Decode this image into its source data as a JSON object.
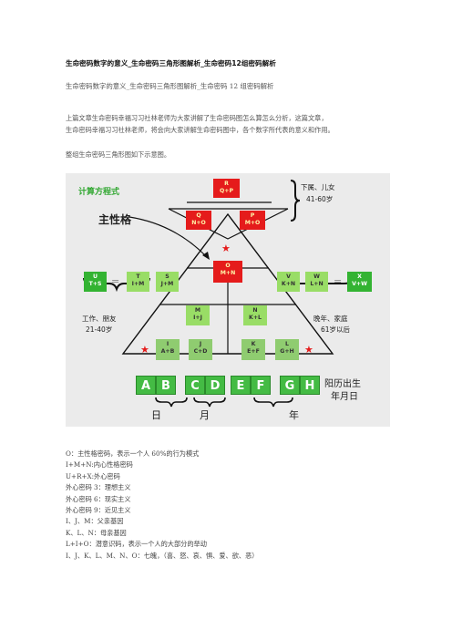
{
  "doc": {
    "title": "生命密码数字的意义_生命密码三角形图解析_生命密码12组密码解析",
    "subtitle": "生命密码数字的意义_生命密码三角形图解析_生命密码 12 组密码解析",
    "para1_line1": "上篇文章生命密码幸福习习社林老师为大家讲解了生命密码图怎么算怎么分析，这篇文章，",
    "para1_line2": "生命密码幸福习习社林老师，将会向大家讲解生命密码图中，各个数字所代表的意义和作用。",
    "para2": "整组生命密码三角形图如下示意图。"
  },
  "figure": {
    "formula_title": "计算方程式",
    "main_label": "主性格",
    "top_box": {
      "letter": "R",
      "formula": "Q+P"
    },
    "q_box": {
      "letter": "Q",
      "formula": "N+O"
    },
    "p_box": {
      "letter": "P",
      "formula": "M+O"
    },
    "o_box": {
      "letter": "O",
      "formula": "M+N"
    },
    "m_box": {
      "letter": "M",
      "formula": "I+J"
    },
    "n_box": {
      "letter": "N",
      "formula": "K+L"
    },
    "i_box": {
      "letter": "I",
      "formula": "A+B"
    },
    "j_box": {
      "letter": "J",
      "formula": "C+D"
    },
    "k_box": {
      "letter": "K",
      "formula": "E+F"
    },
    "l_box": {
      "letter": "L",
      "formula": "G+H"
    },
    "u_box": {
      "letter": "U",
      "formula": "T+S"
    },
    "t_box": {
      "letter": "T",
      "formula": "I+M"
    },
    "s_box": {
      "letter": "S",
      "formula": "J+M"
    },
    "v_box": {
      "letter": "V",
      "formula": "K+N"
    },
    "w_box": {
      "letter": "W",
      "formula": "L+N"
    },
    "x_box": {
      "letter": "X",
      "formula": "V+W"
    },
    "eq": "=",
    "right_top_label1": "下属、儿女",
    "right_top_label2": "41-60岁",
    "left_label1": "工作、朋友",
    "left_label2": "21-40岁",
    "right_label1": "晚年、家庭",
    "right_label2": "61岁以后",
    "digits": [
      "A",
      "B",
      "C",
      "D",
      "E",
      "F",
      "G",
      "H"
    ],
    "birth_label1": "阳历出生",
    "birth_label2": "年月日",
    "day": "日",
    "month": "月",
    "year": "年",
    "colors": {
      "red": "#e51b1b",
      "green": "#33b332",
      "background": "#ebebeb"
    }
  },
  "lines": [
    "O：主性格密码，表示一个人 60%的行为模式",
    "I+M+N:内心性格密码",
    "U+R+X:外心密码",
    "外心密码 3：理想主义",
    "外心密码 6：现实主义",
    "外心密码 9：近见主义",
    "I、J、M：父亲基因",
    "K、L、N：母亲基因",
    "L+I+O：潜意识码，表示一个人的大部分的举动",
    "I、J、K、L、M、N、O：七魄，（喜、怒、哀、惧、爱、欲、恶）"
  ]
}
